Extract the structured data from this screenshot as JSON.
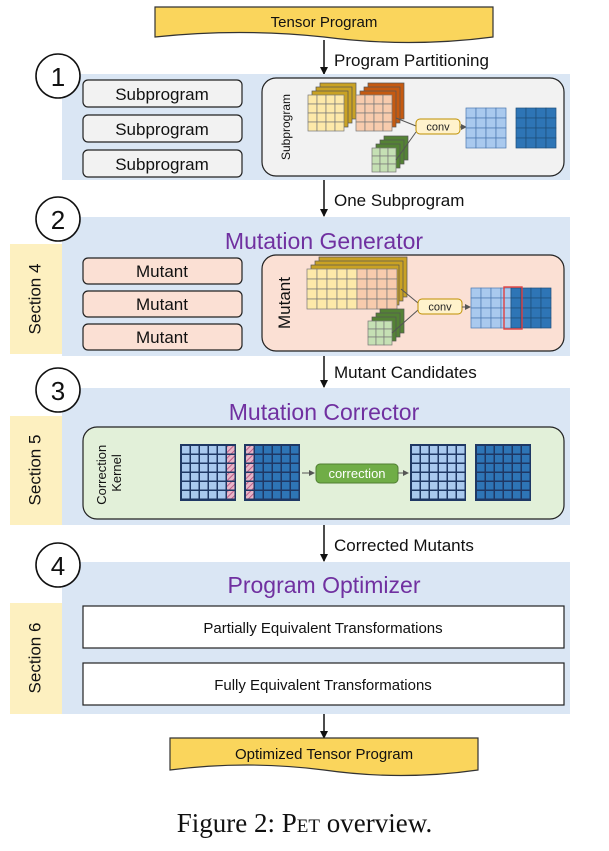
{
  "input": {
    "label": "Tensor Program"
  },
  "output": {
    "label": "Optimized Tensor Program"
  },
  "arrows": {
    "a1": "Program Partitioning",
    "a2": "One Subprogram",
    "a3": "Mutant Candidates",
    "a4": "Corrected Mutants"
  },
  "stages": [
    {
      "number": "1",
      "title": "",
      "section": "",
      "items": [
        "Subprogram",
        "Subprogram",
        "Subprogram"
      ],
      "panel_label": "Subprogram",
      "op_label": "conv"
    },
    {
      "number": "2",
      "title": "Mutation Generator",
      "section": "Section 4",
      "items": [
        "Mutant",
        "Mutant",
        "Mutant"
      ],
      "panel_label": "Mutant",
      "op_label": "conv"
    },
    {
      "number": "3",
      "title": "Mutation Corrector",
      "section": "Section 5",
      "panel_label": "Correction Kernel",
      "panel_label_lines": [
        "Correction",
        "Kernel"
      ],
      "op_label": "correction"
    },
    {
      "number": "4",
      "title": "Program Optimizer",
      "section": "Section 6",
      "items": [
        "Partially Equivalent Transformations",
        "Fully Equivalent Transformations"
      ]
    }
  ],
  "caption": {
    "prefix": "Figure 2: ",
    "name": "Pet",
    "suffix": " overview."
  },
  "colors": {
    "stage_bg": "#dae6f4",
    "section_tag": "#fdf0c0",
    "title_purple": "#7030a0",
    "doc_fill": "#fad55c",
    "subprogram_box": "#f2f2f2",
    "mutant_box": "#fbe0d4",
    "corrector_panel": "#e2f0d9",
    "green_button": "#70ad47",
    "light_blue": "#a9c9ee",
    "dark_blue": "#2e75b6",
    "yellow_cell": "#fde9a9",
    "orange_cell": "#f8cbad",
    "green_cell": "#c5e0b4",
    "highlight_red": "#e04040"
  }
}
